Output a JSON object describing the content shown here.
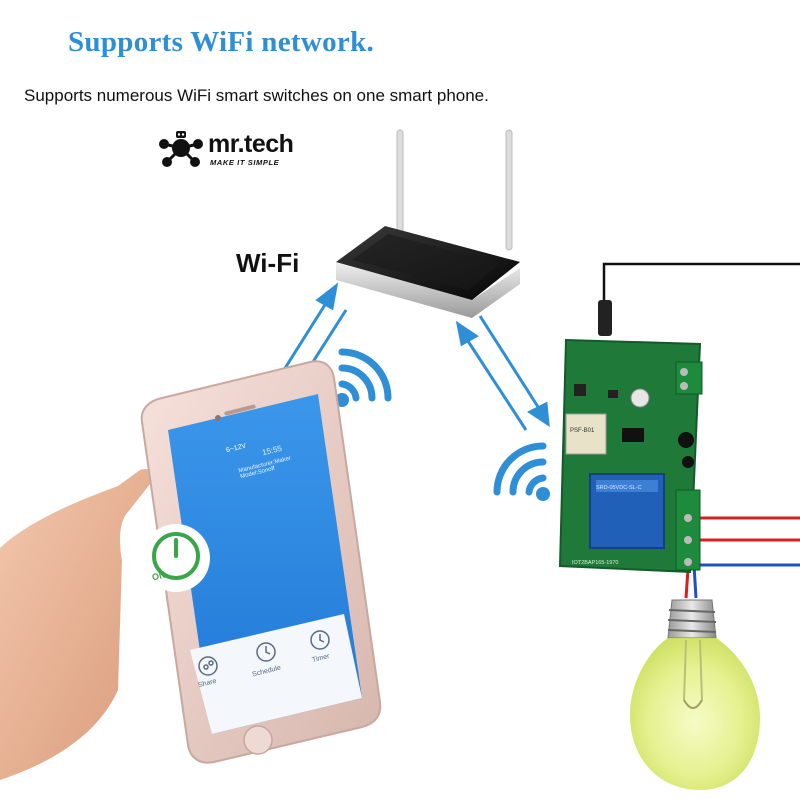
{
  "headline": "Supports WiFi network.",
  "subheadline": "Supports numerous WiFi smart switches on one smart phone.",
  "logo": {
    "name": "mr.tech",
    "tagline": "MAKE IT SIMPLE",
    "icon": "robot-network-icon"
  },
  "router": {
    "label": "Wi-Fi"
  },
  "phone_app": {
    "status_time": "15:55",
    "device_title": "6~12V",
    "meta_line1": "Manufacturer:Maker",
    "meta_line2": "Model:Sonoff",
    "power_state": "ON",
    "tabs": [
      {
        "label": "Share",
        "icon": "share-icon"
      },
      {
        "label": "Schedule",
        "icon": "clock-icon"
      },
      {
        "label": "Timer",
        "icon": "timer-icon"
      }
    ]
  },
  "module": {
    "wifi_chip": "PSF-B01",
    "relay": "SRD-05VDC-SL-C",
    "pcb_code": "IOT2BAP165-1970"
  },
  "colors": {
    "headline": "#2f8fd6",
    "arrows": "#2f8fd6",
    "app_blue": "#1e88e5",
    "pcb_green": "#1f7a3a",
    "relay_blue": "#2060b8",
    "wire_live": "#d42020",
    "wire_neutral": "#2050c8",
    "bulb_glow": "#e9f59a"
  }
}
